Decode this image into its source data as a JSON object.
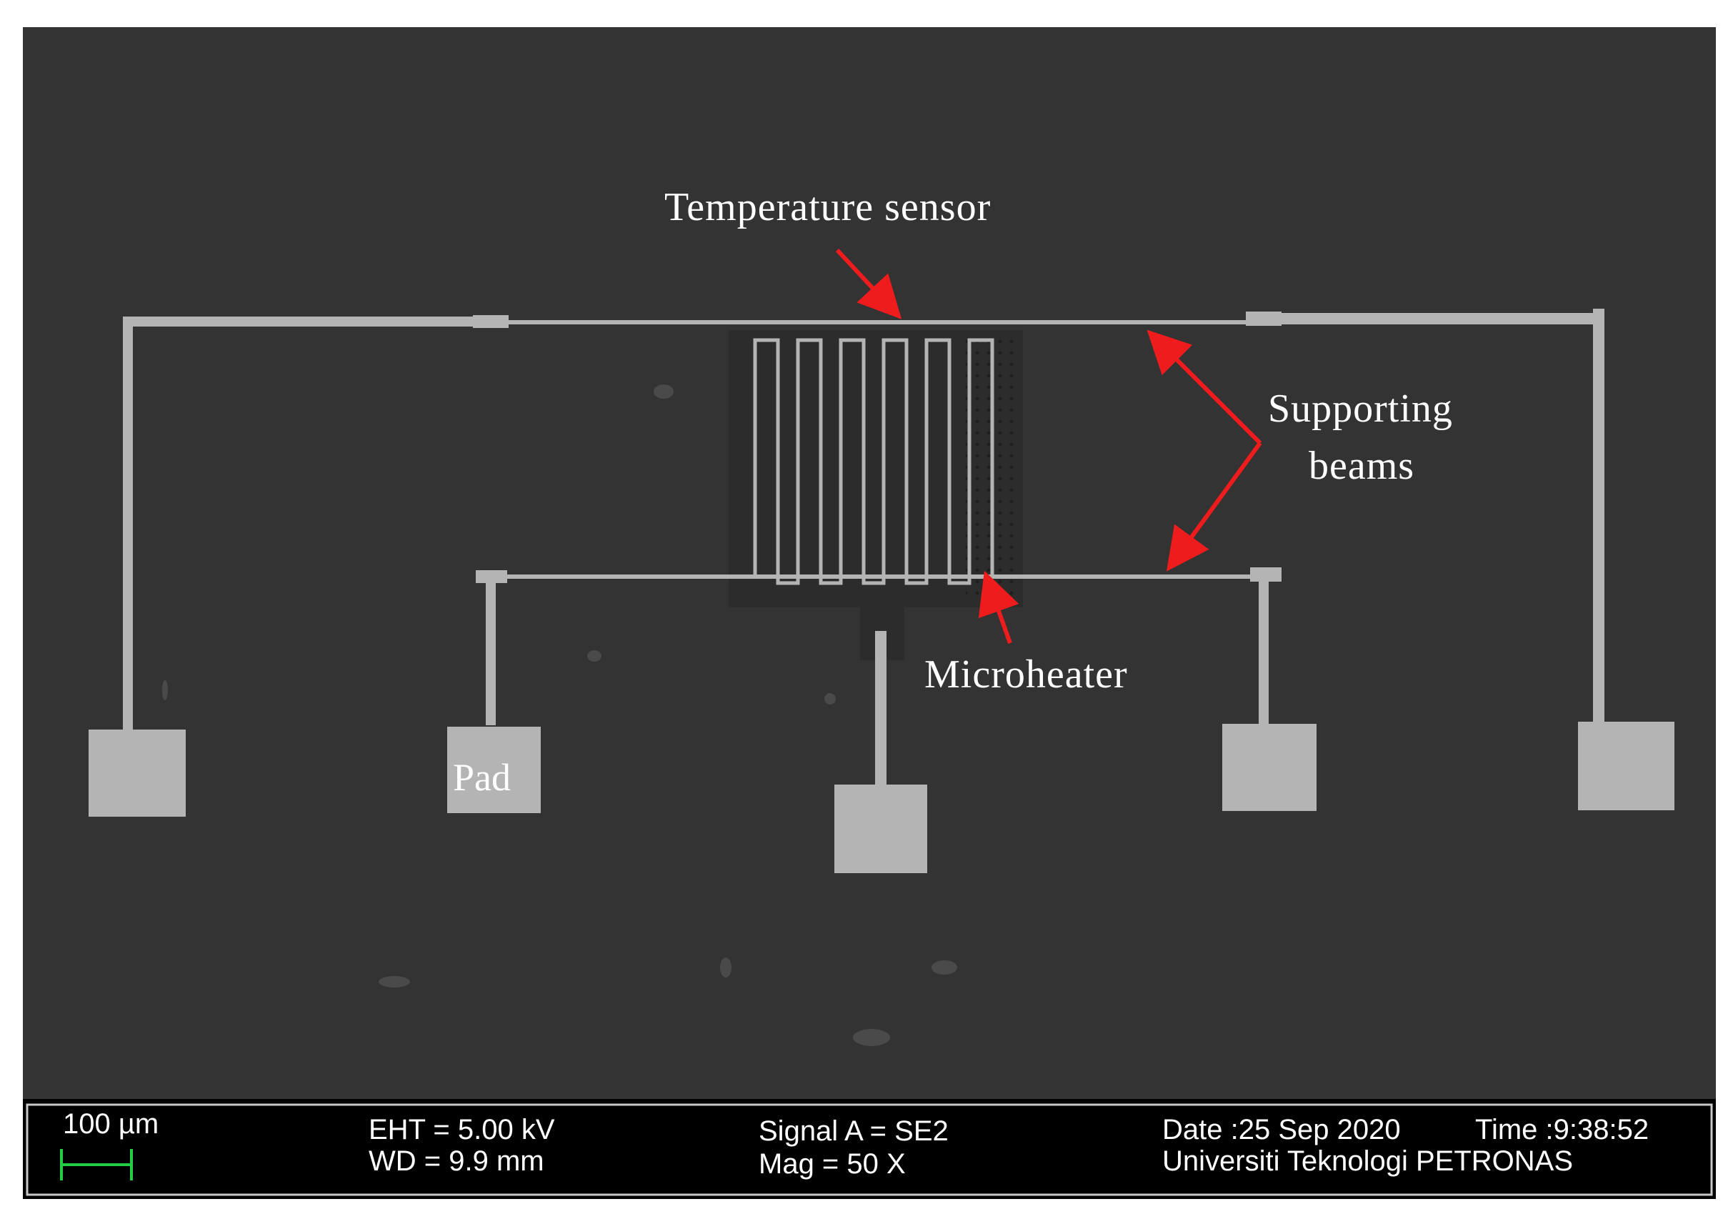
{
  "annotations": {
    "temperature_sensor": "Temperature sensor",
    "supporting_beams_line1": "Supporting",
    "supporting_beams_line2": "beams",
    "microheater": "Microheater",
    "pad": "Pad"
  },
  "info_bar": {
    "scale_label": "100 µm",
    "eht": "EHT =  5.00 kV",
    "wd": "WD =  9.9 mm",
    "signal": "Signal A = SE2",
    "mag": "Mag =      50 X",
    "date": "Date :25 Sep 2020",
    "time": "Time :9:38:52",
    "institution": "Universiti Teknologi PETRONAS"
  },
  "colors": {
    "background": "#333333",
    "metal": "#b4b4b4",
    "arrow": "#ee1c1c",
    "scale_bar": "#22cc44",
    "info_bar": "#000000"
  }
}
